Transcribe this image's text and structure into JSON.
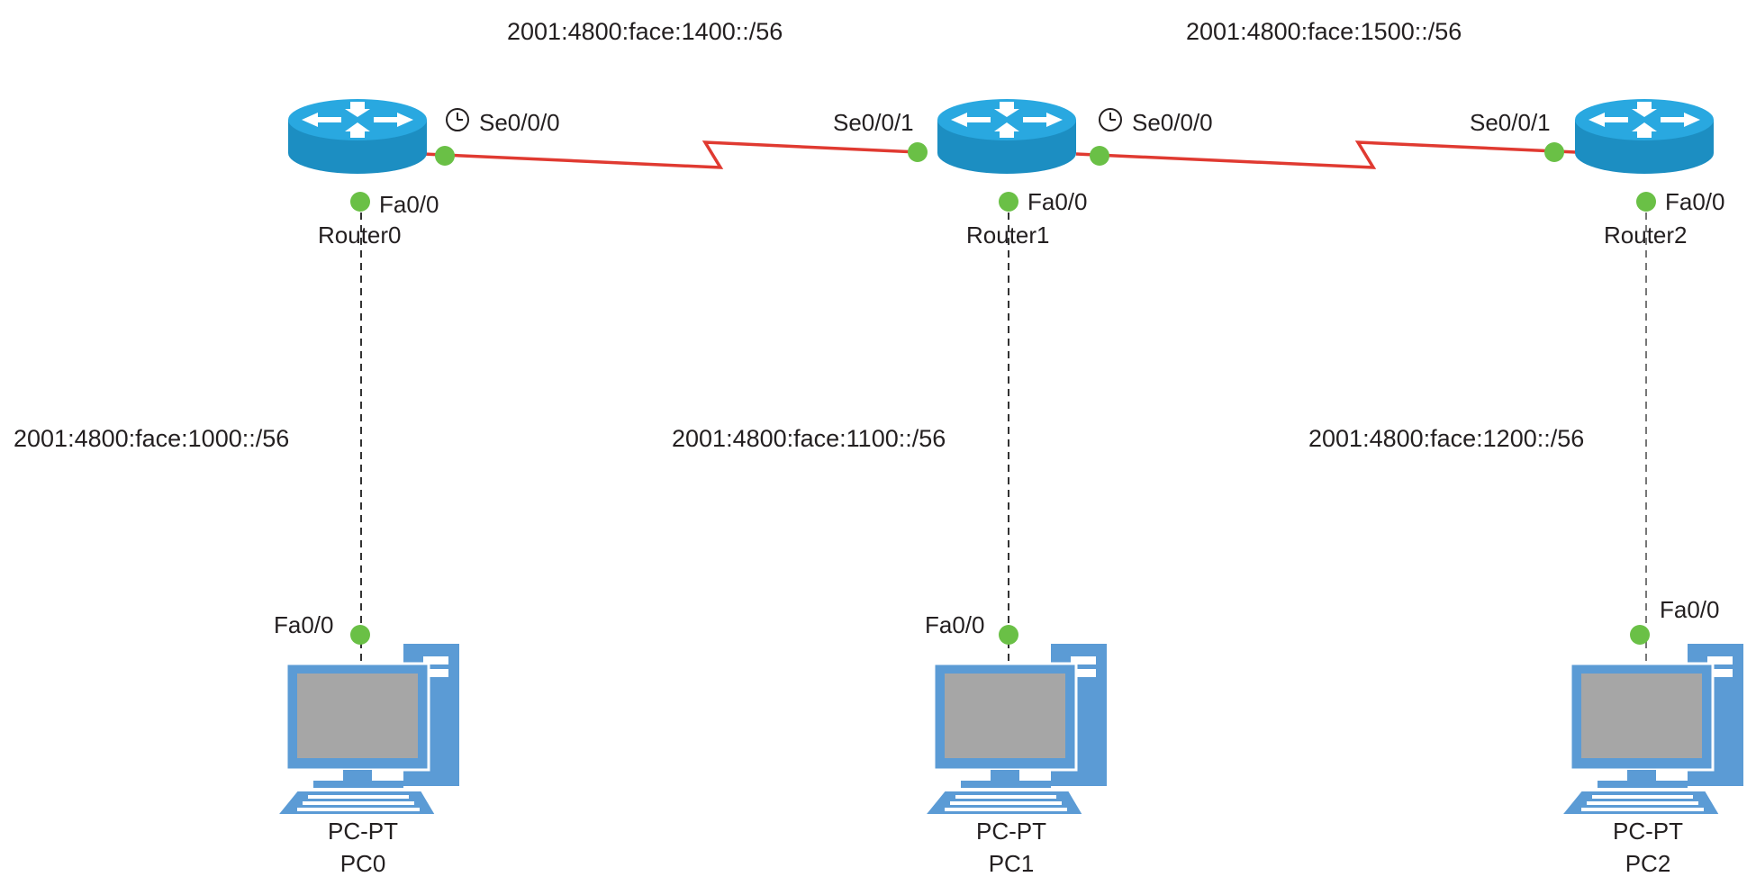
{
  "colors": {
    "router": "#29a8e0",
    "router_dark": "#1c8ec2",
    "pc": "#5b9bd5",
    "pc_screen": "#a6a6a6",
    "port_dot": "#6ac046",
    "serial_link": "#e03a31",
    "ethernet_link": "#333333",
    "text": "#231f20"
  },
  "icons": [
    "router-icon",
    "pc-icon",
    "clock-icon"
  ],
  "networks": {
    "serial_r0_r1": "2001:4800:face:1400::/56",
    "serial_r1_r2": "2001:4800:face:1500::/56",
    "lan_r0": "2001:4800:face:1000::/56",
    "lan_r1": "2001:4800:face:1100::/56",
    "lan_r2": "2001:4800:face:1200::/56"
  },
  "routers": [
    {
      "name": "Router0",
      "ports": {
        "fa": "Fa0/0",
        "se_right": "Se0/0/0"
      }
    },
    {
      "name": "Router1",
      "ports": {
        "fa": "Fa0/0",
        "se_left": "Se0/0/1",
        "se_right": "Se0/0/0"
      }
    },
    {
      "name": "Router2",
      "ports": {
        "fa": "Fa0/0",
        "se_left": "Se0/0/1"
      }
    }
  ],
  "pcs": [
    {
      "model": "PC-PT",
      "name": "PC0",
      "port": "Fa0/0"
    },
    {
      "model": "PC-PT",
      "name": "PC1",
      "port": "Fa0/0"
    },
    {
      "model": "PC-PT",
      "name": "PC2",
      "port": "Fa0/0"
    }
  ]
}
